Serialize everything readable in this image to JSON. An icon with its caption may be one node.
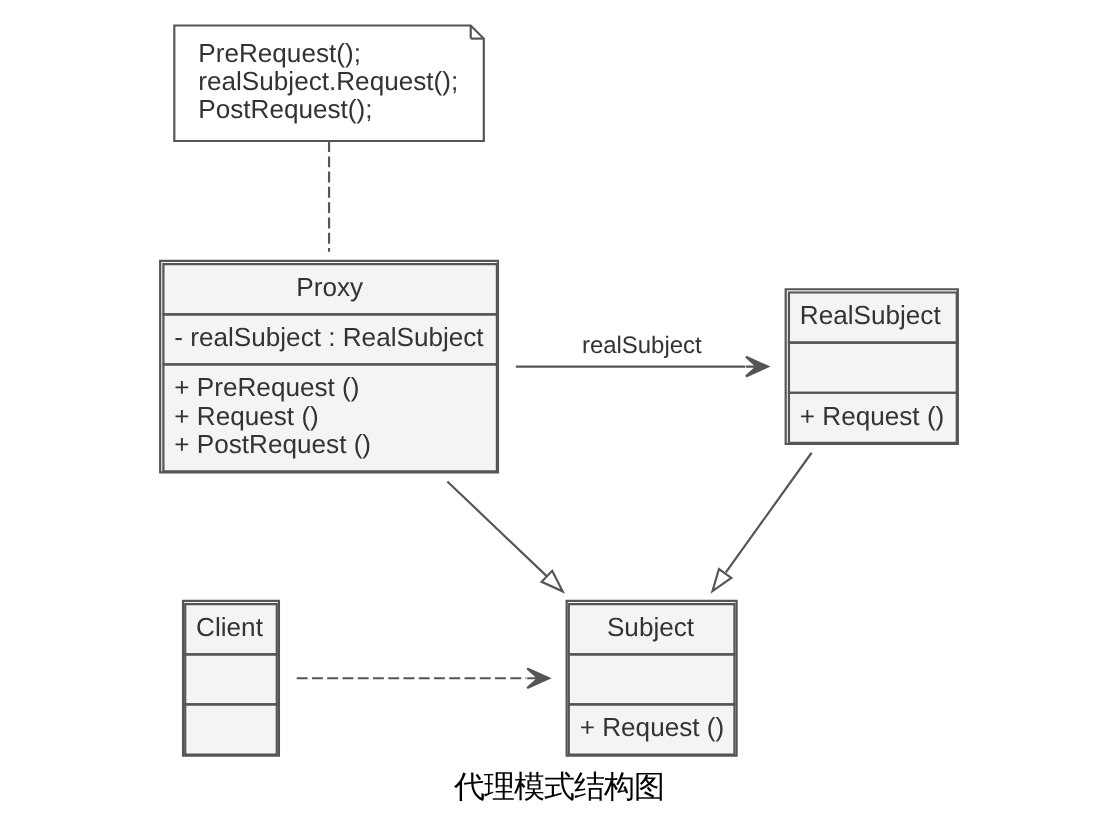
{
  "diagram": {
    "caption": "代理模式结构图",
    "nodes": [
      {
        "text": [
          "Client"
        ]
      },
      {
        "text": [
          "Subject",
          "+ Request ()"
        ]
      },
      {
        "text": [
          "Proxy",
          "- realSubject : RealSubject",
          "+ PreRequest ()",
          "+ Request ()",
          "+ PostRequest ()"
        ]
      },
      {
        "text": [
          "RealSubject",
          "+ Request ()"
        ]
      },
      {
        "text": [
          "PreRequest();",
          "realSubject.Request();",
          "PostRequest();"
        ]
      }
    ],
    "edges": [
      {
        "from": 0,
        "to": 1,
        "arrow": "to",
        "style": "dashed"
      },
      {
        "from": 2,
        "to": 1,
        "arrow": "to"
      },
      {
        "from": 3,
        "to": 1,
        "arrow": "to"
      },
      {
        "from": 2,
        "to": 3,
        "arrow": "to",
        "label": "realSubject"
      },
      {
        "from": 4,
        "to": 2,
        "arrow": "none",
        "style": "dashed"
      }
    ]
  }
}
